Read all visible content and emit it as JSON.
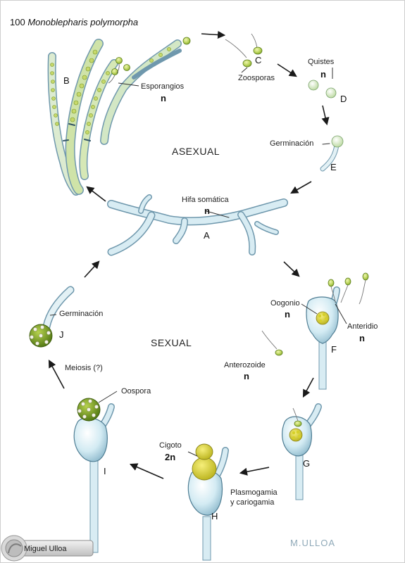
{
  "title": {
    "number": "100",
    "species": "Monoblepharis polymorpha"
  },
  "phases": {
    "asexual": "ASEXUAL",
    "sexual": "SEXUAL"
  },
  "stage_letters": {
    "A": "A",
    "B": "B",
    "C": "C",
    "D": "D",
    "E": "E",
    "F": "F",
    "G": "G",
    "H": "H",
    "I": "I",
    "J": "J"
  },
  "labels": {
    "esporangios": "Esporangios",
    "zoosporas": "Zoosporas",
    "quistes": "Quistes",
    "germinacion_e": "Germinación",
    "hifa": "Hifa somática",
    "oogonio": "Oogonio",
    "anteridio": "Anteridio",
    "anterozoide": "Anterozoide",
    "cigoto": "Cigoto",
    "plasmogamia_1": "Plasmogamia",
    "plasmogamia_2": "y cariogamia",
    "oospora": "Oospora",
    "meiosis": "Meiosis (?)",
    "germinacion_j": "Germinación"
  },
  "ploidy": {
    "esporangios": "n",
    "quistes": "n",
    "hifa": "n",
    "oogonio": "n",
    "anteridio": "n",
    "anterozoide": "n",
    "cigoto": "2n"
  },
  "credit": {
    "badge": "Miguel Ulloa",
    "signature": "M.ULLOA"
  },
  "colors": {
    "hypha_fill": "#d8ecf3",
    "hypha_stroke": "#6f98ad",
    "spore_green": "#b9d35a",
    "dark_green": "#6f9a1e",
    "arrow": "#1a1a1a"
  }
}
